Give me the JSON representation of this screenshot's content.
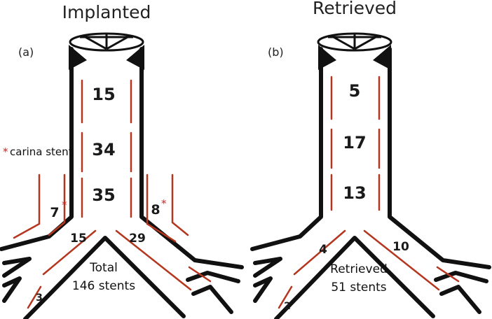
{
  "panels": [
    {
      "title": "Implanted",
      "label": "(a)",
      "regions": {
        "upper_trachea": "15",
        "mid_trachea": "34",
        "lower_trachea": "35",
        "right_upper_lobe": "7",
        "left_upper_lobe": "8",
        "right_main_bronchus": "15",
        "left_main_bronchus": "29",
        "right_lower_bronchus": "3"
      },
      "note": {
        "star": "*",
        "text": "carina stent"
      },
      "total_line1": "Total",
      "total_line2": "146 stents"
    },
    {
      "title": "Retrieved",
      "label": "(b)",
      "regions": {
        "upper_trachea": "5",
        "mid_trachea": "17",
        "lower_trachea": "13",
        "right_main_bronchus": "4",
        "left_main_bronchus": "10",
        "right_lower_bronchus": "2"
      },
      "total_line1": "Retrieved",
      "total_line2": "51 stents"
    }
  ],
  "colors": {
    "wall": "#111111",
    "stent": "#b5361e",
    "star": "#d21f1f"
  }
}
